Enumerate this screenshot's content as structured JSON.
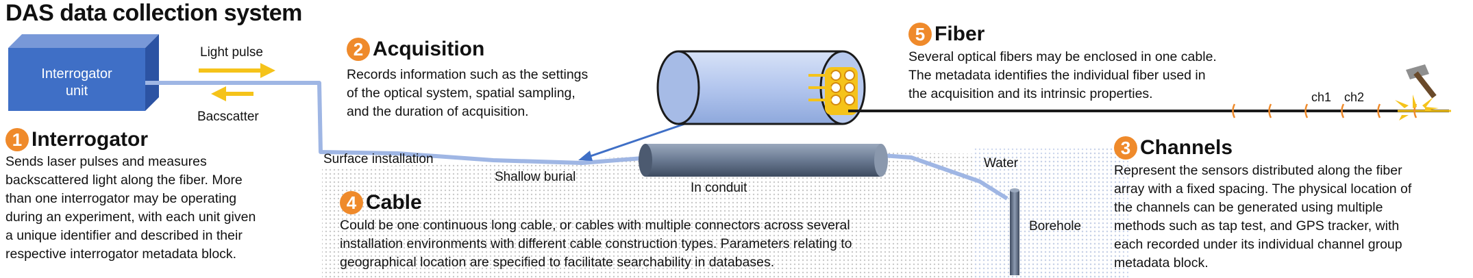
{
  "title": "DAS data collection system",
  "interrogator_box": {
    "line1": "Interrogator",
    "line2": "unit"
  },
  "signals": {
    "light_pulse": "Light pulse",
    "backscatter": "Bacscatter"
  },
  "sections": {
    "interrogator": {
      "number": "1",
      "heading": "Interrogator",
      "lines": [
        "Sends laser pulses and measures",
        "backscattered light along the fiber. More",
        "than one interrogator may be operating",
        "during an experiment, with each unit given",
        "a unique identifier and described in their",
        "respective interrogator metadata block."
      ]
    },
    "acquisition": {
      "number": "2",
      "heading": "Acquisition",
      "lines": [
        "Records information such as the settings",
        "of the optical system, spatial sampling,",
        "and the duration of acquisition."
      ]
    },
    "channels": {
      "number": "3",
      "heading": "Channels",
      "lines": [
        "Represent the sensors distributed along the fiber",
        "array with a fixed spacing. The physical location of",
        "the channels can be generated using multiple",
        "methods such as tap test, and GPS tracker, with",
        "each recorded under its individual channel group",
        "metadata block."
      ]
    },
    "cable": {
      "number": "4",
      "heading": "Cable",
      "lines": [
        "Could be one continuous long cable, or cables with multiple connectors across several",
        "installation environments with different cable construction types. Parameters relating to",
        "geographical location are specified to facilitate searchability in databases."
      ]
    },
    "fiber": {
      "number": "5",
      "heading": "Fiber",
      "lines": [
        "Several optical fibers may be enclosed in one cable.",
        "The metadata identifies the individual fiber used in",
        "the acquisition and its intrinsic properties."
      ]
    }
  },
  "labels": {
    "surface": "Surface installation",
    "shallow": "Shallow burial",
    "conduit": "In conduit",
    "water": "Water",
    "borehole": "Borehole",
    "ch1": "ch1",
    "ch2": "ch2"
  },
  "colors": {
    "accent_orange": "#ef8a2b",
    "box_blue": "#3f6fc6",
    "cable_blue": "#9fb6e4",
    "fiber_black": "#1a1a1a",
    "conduit_gray": "#5f6f86",
    "ground_dot": "#c8c8c8"
  },
  "icons": [
    "hammer-icon",
    "impact-spark-icon"
  ]
}
